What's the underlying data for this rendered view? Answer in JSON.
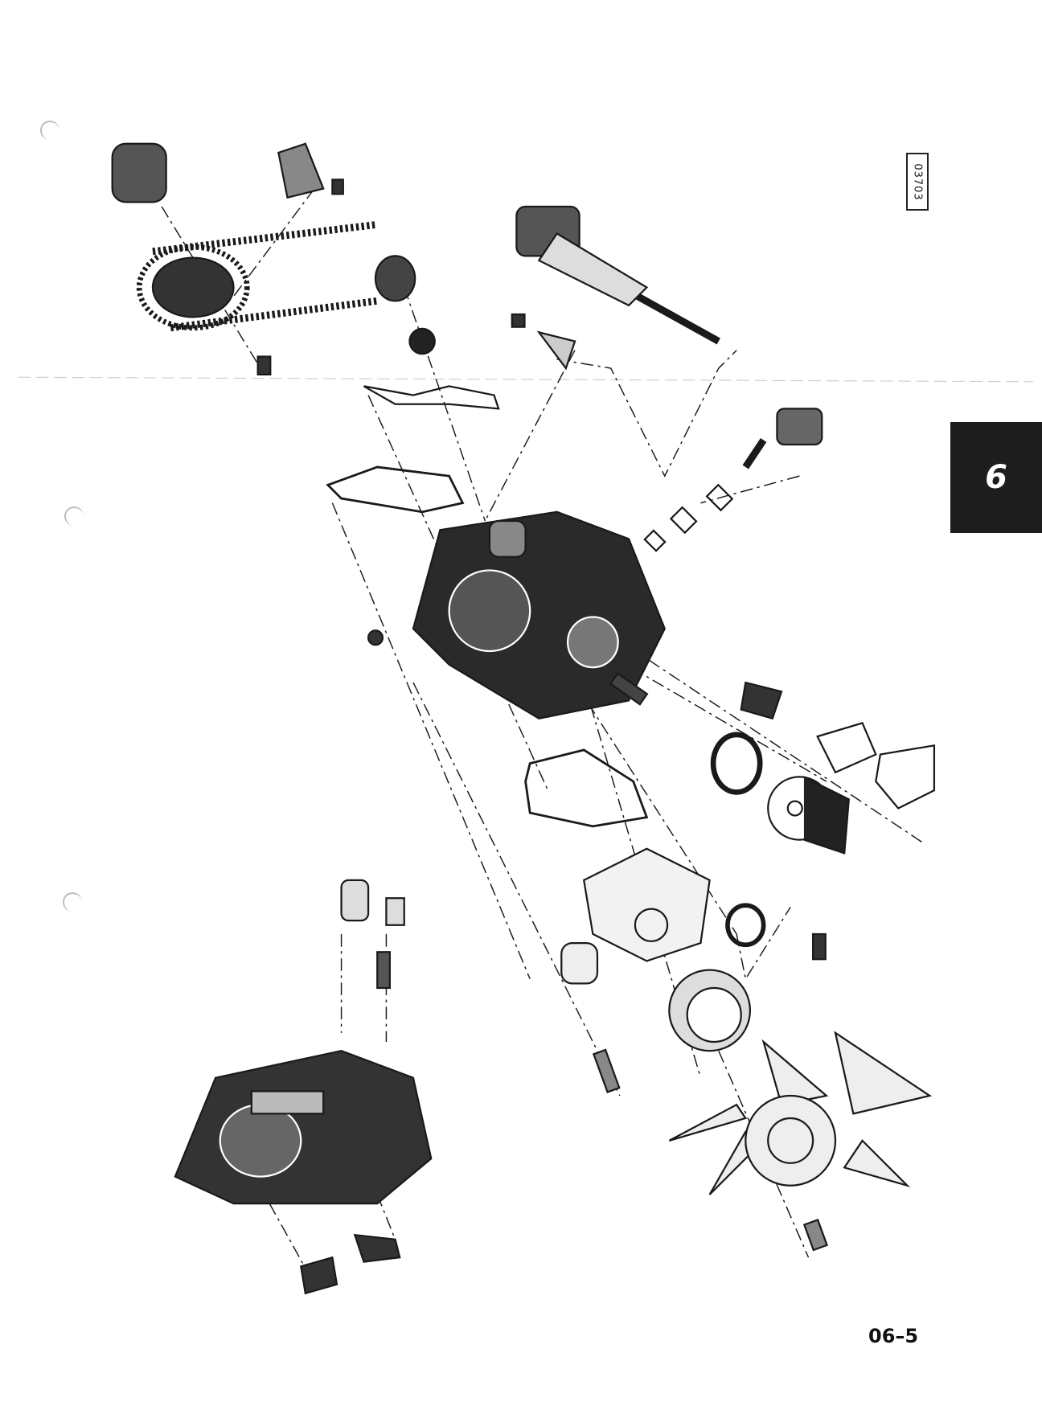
{
  "document": {
    "figure_reference": "03703",
    "section_tab": "6",
    "page_number": "06–5"
  },
  "colors": {
    "ink": "#1a1a1a",
    "tab_background": "#1d1d1d",
    "paper": "#ffffff"
  }
}
